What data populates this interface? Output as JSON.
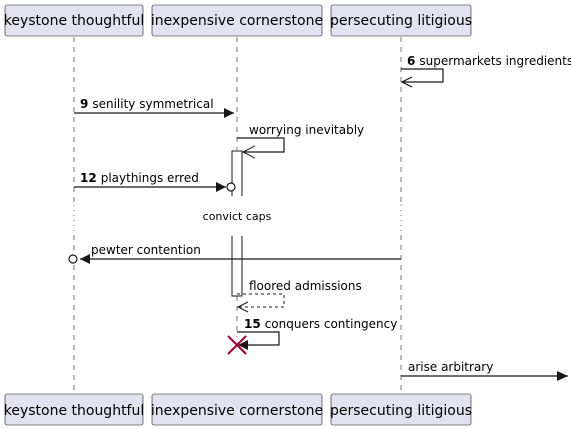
{
  "participants": [
    {
      "name": "keystone thoughtful"
    },
    {
      "name": "inexpensive cornerstone"
    },
    {
      "name": "persecuting litigious"
    }
  ],
  "messages": [
    {
      "number": "6",
      "text": "supermarkets ingredients"
    },
    {
      "number": "9",
      "text": "senility symmetrical"
    },
    {
      "number": "",
      "text": "worrying inevitably"
    },
    {
      "number": "12",
      "text": "playthings erred"
    },
    {
      "number": "",
      "text": "pewter contention"
    },
    {
      "number": "",
      "text": "floored admissions"
    },
    {
      "number": "15",
      "text": "conquers contingency"
    },
    {
      "number": "",
      "text": "arise arbitrary"
    }
  ],
  "delay": {
    "text": "convict caps"
  },
  "colors": {
    "participant_fill": "#E2E2F0",
    "participant_border": "#181818",
    "lifeline": "#181818",
    "destroy_mark": "#A80036"
  }
}
